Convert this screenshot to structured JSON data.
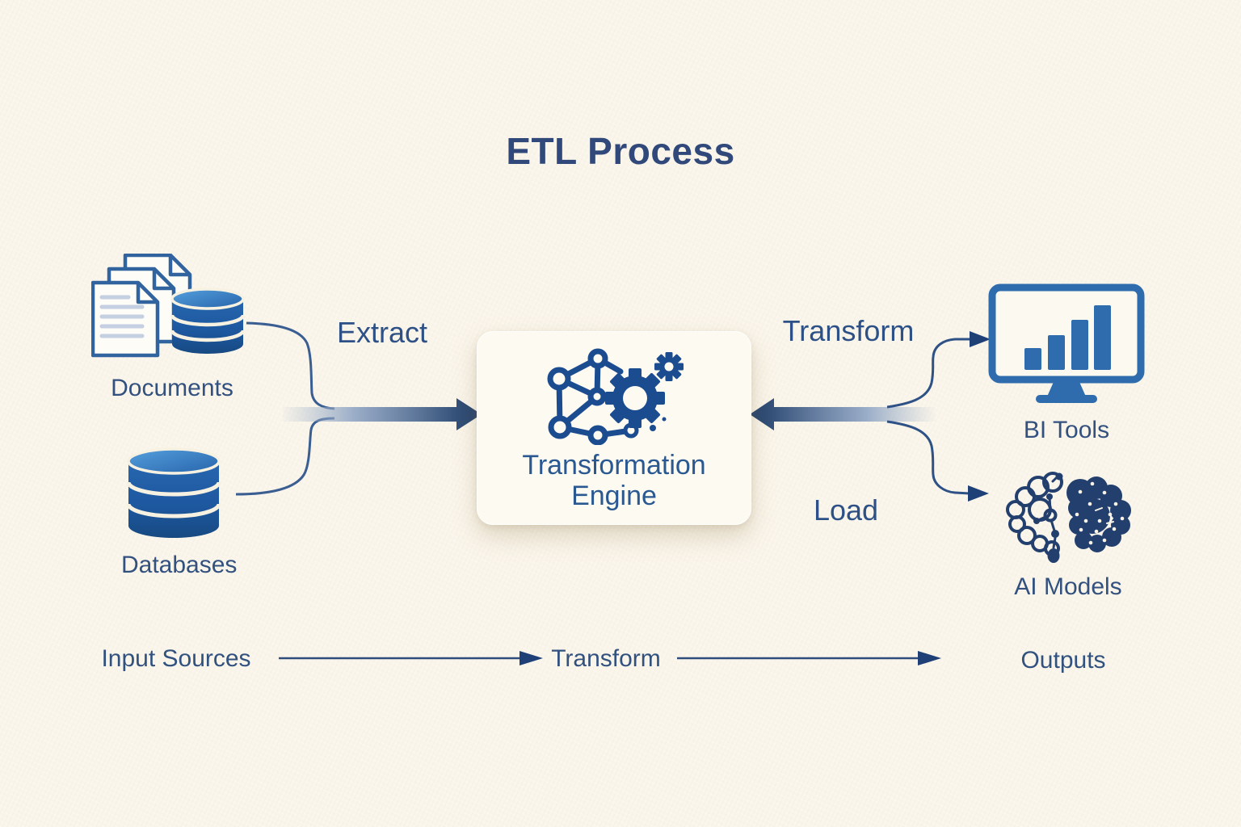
{
  "title": "ETL Process",
  "nodes": {
    "documents": {
      "label": "Documents",
      "icon": "documents-stack-database-icon"
    },
    "databases": {
      "label": "Databases",
      "icon": "database-cylinder-icon"
    },
    "engine": {
      "label": "Transformation Engine",
      "icon": "network-gears-icon"
    },
    "bi_tools": {
      "label": "BI Tools",
      "icon": "bar-chart-monitor-icon"
    },
    "ai_models": {
      "label": "AI Models",
      "icon": "brain-icon"
    }
  },
  "edges": {
    "extract": {
      "label": "Extract"
    },
    "transform": {
      "label": "Transform"
    },
    "load": {
      "label": "Load"
    }
  },
  "bottom_flow": {
    "steps": [
      {
        "label": "Input Sources"
      },
      {
        "label": "Transform"
      },
      {
        "label": "Outputs"
      }
    ]
  },
  "colors": {
    "background": "#faf5ea",
    "title_text": "#30497a",
    "edge_label_text": "#2d5186",
    "node_label_text": "#33517f",
    "engine_label_text": "#2a5890",
    "dark_navy_arrow": "#1b3a66",
    "connector_blue": "#3a5e92",
    "icon_blue": "#2e6cad",
    "engine_icon_blue": "#1b4c8f",
    "cylinder_body_blue": "#1d579e",
    "cylinder_top_blue": "#3f85c9",
    "brain_navy": "#223f6e",
    "box_background": "#fdfaf2"
  }
}
